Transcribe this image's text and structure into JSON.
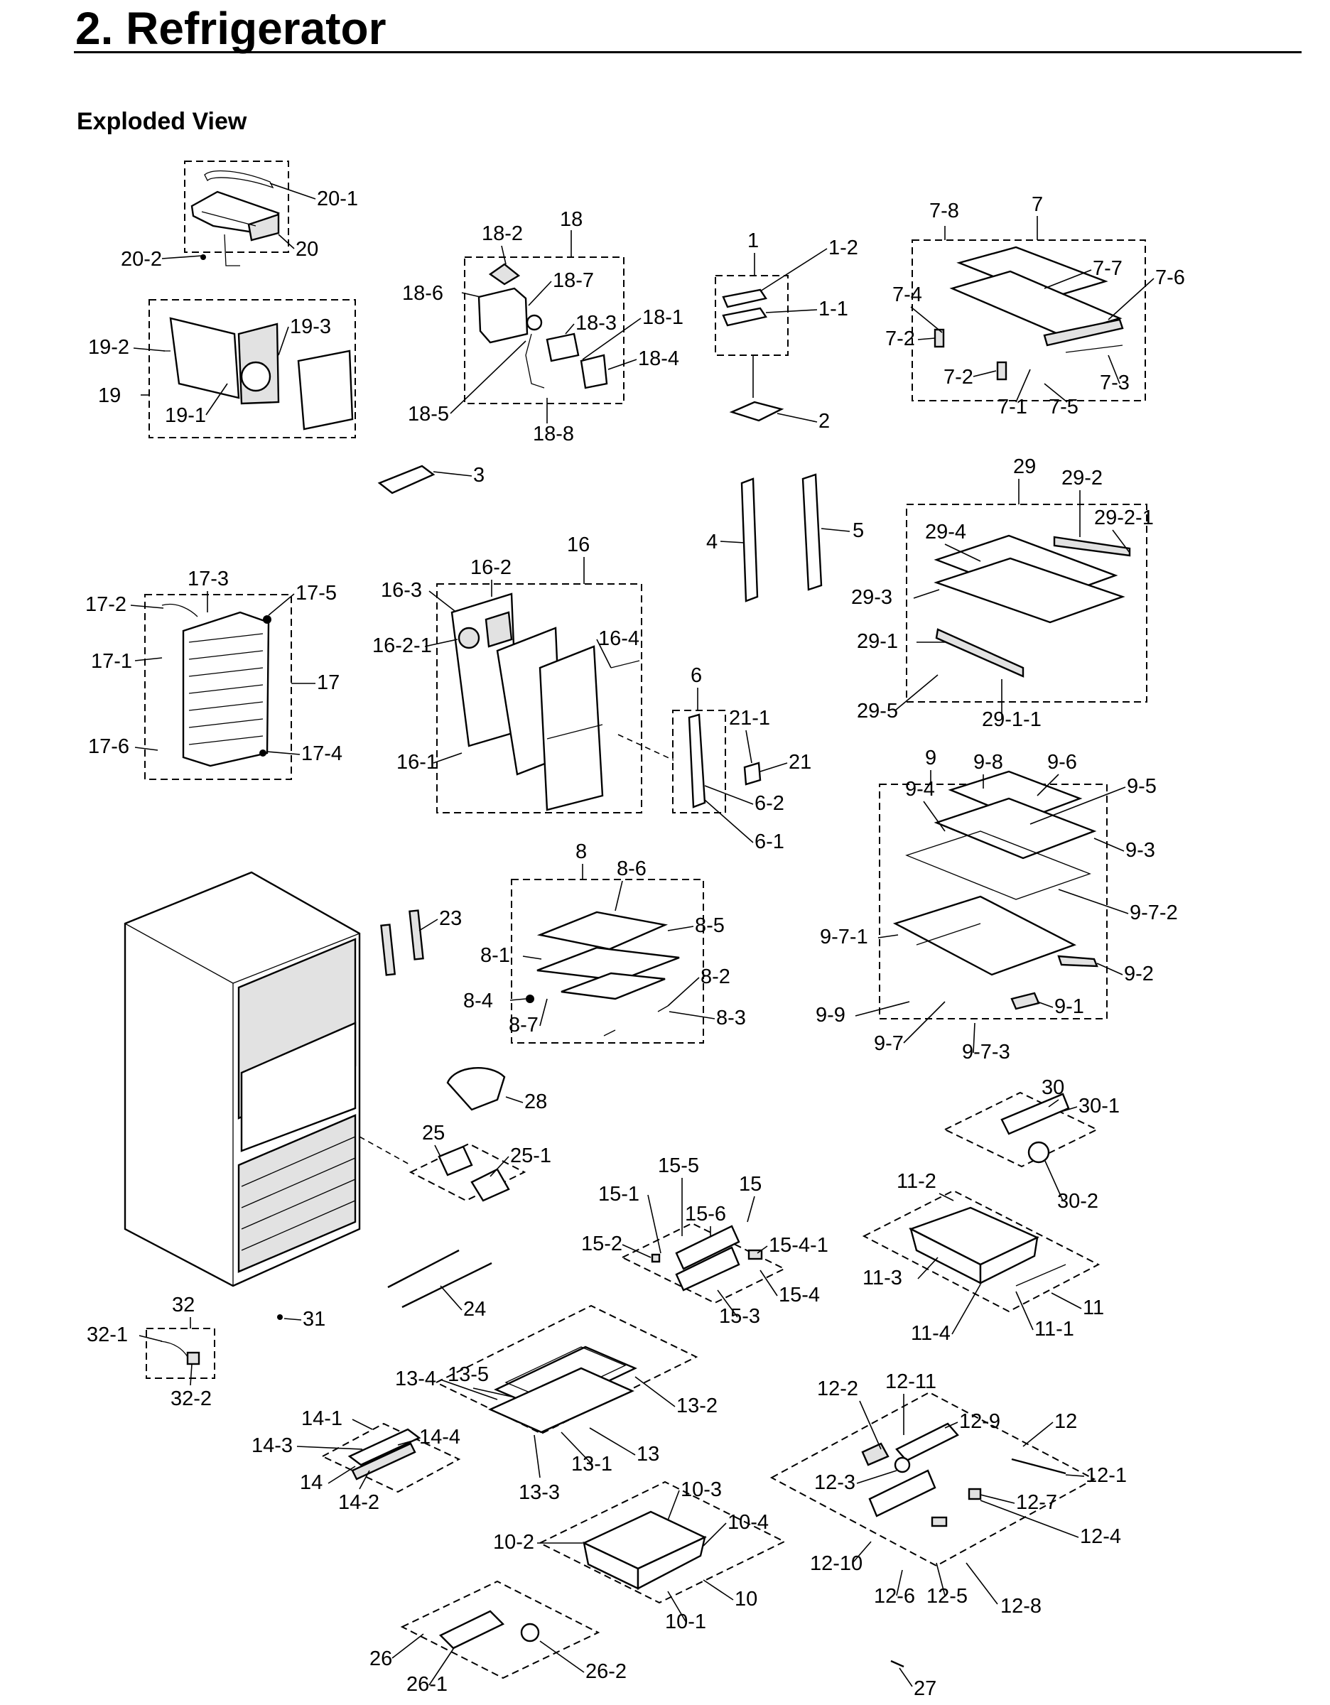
{
  "header": {
    "title": "2.  Refrigerator",
    "subtitle": "Exploded View"
  },
  "labels": [
    "20-1",
    "20",
    "20-2",
    "19-3",
    "19-2",
    "19",
    "19-1",
    "18",
    "18-2",
    "18-7",
    "18-6",
    "18-3",
    "18-1",
    "18-4",
    "18-5",
    "18-8",
    "1",
    "1-2",
    "1-1",
    "2",
    "3",
    "4",
    "5",
    "7",
    "7-8",
    "7-7",
    "7-6",
    "7-4",
    "7-2",
    "7-2",
    "7-1",
    "7-5",
    "7-3",
    "29",
    "29-2",
    "29-2-1",
    "29-4",
    "29-3",
    "29-1",
    "29-5",
    "29-1-1",
    "17-3",
    "17-2",
    "17-5",
    "17-1",
    "17",
    "17-6",
    "17-4",
    "16",
    "16-2",
    "16-3",
    "16-2-1",
    "16-4",
    "16-1",
    "6",
    "21-1",
    "21",
    "6-2",
    "6-1",
    "9",
    "9-8",
    "9-6",
    "9-5",
    "9-4",
    "9-3",
    "9-7-2",
    "9-7-1",
    "9-2",
    "9-1",
    "9-9",
    "9-7",
    "9-7-3",
    "8",
    "8-6",
    "8-5",
    "8-1",
    "8-2",
    "8-4",
    "8-3",
    "8-7",
    "23",
    "28",
    "25",
    "25-1",
    "30",
    "30-1",
    "30-2",
    "11-2",
    "11-3",
    "11",
    "11-4",
    "11-1",
    "15",
    "15-5",
    "15-1",
    "15-6",
    "15-2",
    "15-4-1",
    "15-4",
    "15-3",
    "24",
    "32",
    "32-1",
    "32-2",
    "31",
    "13-4",
    "13-5",
    "13-2",
    "13",
    "13-1",
    "13-3",
    "14-1",
    "14-3",
    "14-4",
    "14",
    "14-2",
    "12-2",
    "12-11",
    "12-9",
    "12",
    "12-1",
    "12-3",
    "12-7",
    "12-4",
    "12-10",
    "12-6",
    "12-5",
    "12-8",
    "10-3",
    "10-4",
    "10-2",
    "10",
    "10-1",
    "26",
    "26-1",
    "26-2",
    "27"
  ]
}
